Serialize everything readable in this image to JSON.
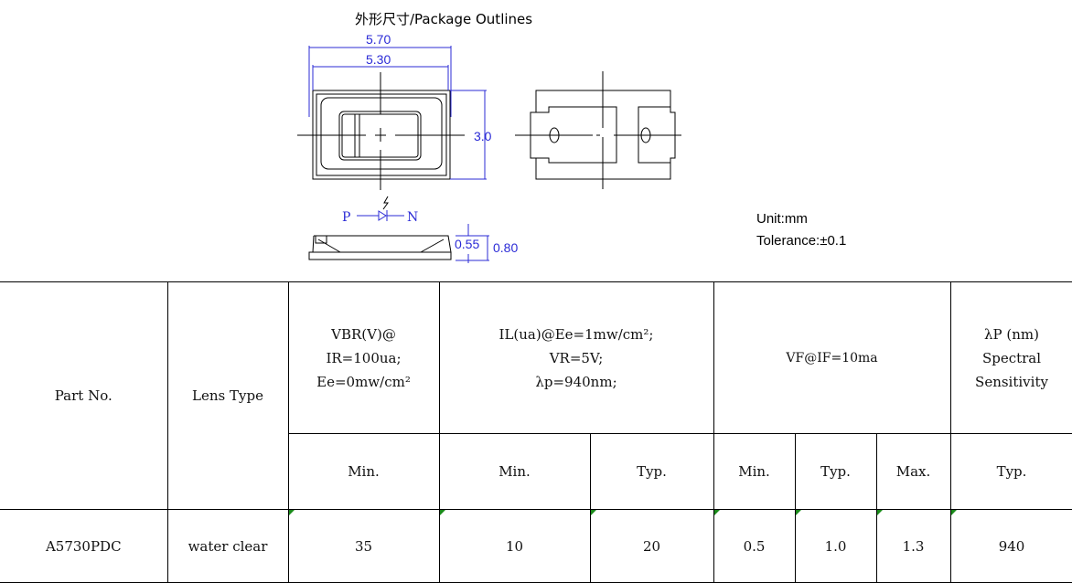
{
  "drawing": {
    "title": "外形尺寸/Package Outlines",
    "dims": {
      "w_outer": "5.70",
      "w_inner": "5.30",
      "height": "3.0",
      "h1": "0.55",
      "h2": "0.80"
    },
    "pin_p": "P",
    "pin_n": "N",
    "unit": "Unit:mm",
    "tolerance": "Tolerance:±0.1"
  },
  "table": {
    "headers": {
      "part_no": "Part No.",
      "lens_type": "Lens Type",
      "vbr": [
        "VBR(V)@",
        "IR=100ua;",
        "Ee=0mw/cm²"
      ],
      "il": [
        "IL(ua)@Ee=1mw/cm²;",
        "VR=5V;",
        "λp=940nm;"
      ],
      "vf": "VF@IF=10ma",
      "lp": [
        "λP (nm)",
        "Spectral",
        "Sensitivity"
      ]
    },
    "subheaders": [
      "Min.",
      "Min.",
      "Typ.",
      "Min.",
      "Typ.",
      "Max.",
      "Typ."
    ],
    "rows": [
      {
        "part_no": "A5730PDC",
        "lens": "water clear",
        "vbr_min": "35",
        "il_min": "10",
        "il_typ": "20",
        "vf_min": "0.5",
        "vf_typ": "1.0",
        "vf_max": "1.3",
        "lp_typ": "940"
      }
    ]
  }
}
